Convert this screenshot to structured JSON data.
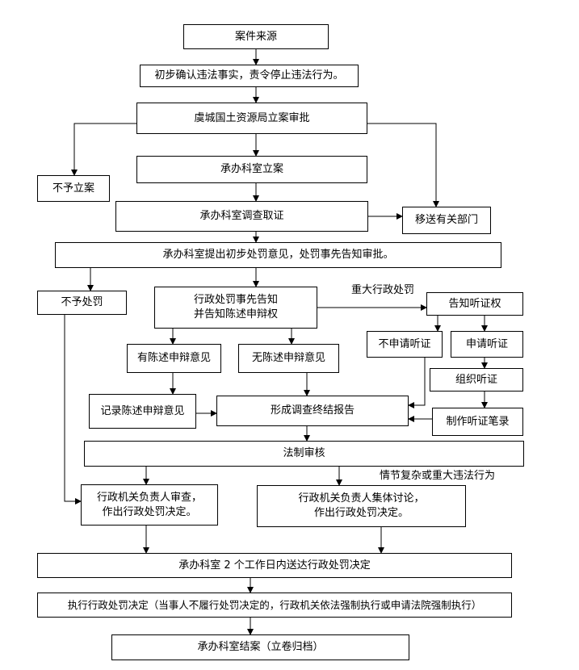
{
  "nodes": {
    "case_source": "案件来源",
    "preliminary_confirm": "初步确认违法事实，责令停止违法行为。",
    "bureau_approval": "虞城国土资源局立案审批",
    "no_filing": "不予立案",
    "dept_filing": "承办科室立案",
    "dept_investigation": "承办科室调查取证",
    "transfer_dept": "移送有关部门",
    "preliminary_opinion": "承办科室提出初步处罚意见，处罚事先告知审批。",
    "no_penalty": "不予处罚",
    "advance_notice_line1": "行政处罚事先告知",
    "advance_notice_line2": "并告知陈述申辩权",
    "hearing_right_notice": "告知听证权",
    "not_apply_hearing": "不申请听证",
    "apply_hearing": "申请听证",
    "has_defense": "有陈述申辩意见",
    "no_defense": "无陈述申辩意见",
    "organize_hearing": "组织听证",
    "record_defense": "记录陈述申辩意见",
    "final_report": "形成调查终结报告",
    "hearing_transcript": "制作听证笔录",
    "legal_review": "法制审核",
    "head_review_line1": "行政机关负责人审查，",
    "head_review_line2": "作出行政处罚决定。",
    "collective_line1": "行政机关负责人集体讨论，",
    "collective_line2": "作出行政处罚决定。",
    "deliver_decision": "承办科室 2 个工作日内送达行政处罚决定",
    "execute_decision": "执行行政处罚决定（当事人不履行处罚决定的，行政机关依法强制执行或申请法院强制执行）",
    "case_closed": "承办科室结案（立卷归档）"
  },
  "labels": {
    "major_penalty": "重大行政处罚",
    "complex_case": "情节复杂或重大违法行为"
  }
}
